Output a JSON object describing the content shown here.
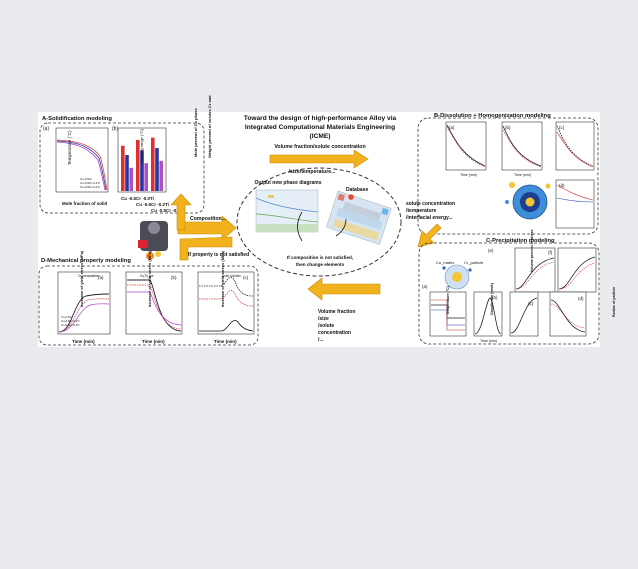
{
  "title": {
    "line1": "Toward the design of high-performance Alloy via",
    "line2": "Integrated Computational Materials Engineering",
    "line3": "(ICME)"
  },
  "panels": {
    "solidification": {
      "heading": "A-Solidification modeling",
      "sub_a": "(a)",
      "sub_b": "(b)",
      "xlabel": "Mole fraction of solid",
      "ylabel": "Temperature (°C)",
      "ylabel2": "Freezing range (°C)",
      "ylabel3": "Mole percent of Cu phase",
      "ylabel4": "Weight percent of solutes Cr and",
      "categories": [
        "Cu -0.5Cr -0.0Ti",
        "Cu -0.5Cr -0.2Ti",
        "Cu -0.5Cr -0.4Ti"
      ],
      "legend": [
        "Cu-0.5Cr",
        "Cu-0.5Cr-0.2Ti",
        "Cu-0.5Cr-0.4Ti"
      ]
    },
    "dissolution": {
      "heading": "B-Dissolution + Homogenization modeling",
      "sub_a": "(a)",
      "sub_b": "(b)",
      "sub_c": "(c)",
      "sub_d": "(d)",
      "xlabel": "Time (min)"
    },
    "precipitation": {
      "heading": "C-Precipitation modeling",
      "matrix_label": "Cu_matrix",
      "particle_label": "Cr_particle",
      "sub_a": "(a)",
      "sub_b": "(b)",
      "sub_c": "(c)",
      "sub_d": "(d)",
      "sub_e": "(e)",
      "sub_f": "(f)",
      "ylabel_temp": "Temperature (°C)",
      "ylabel_volume": "Volume percent of phase",
      "ylabel_radius": "Radius of particle",
      "ylabel_growth": "Growth rate (nm/s)",
      "xlabel": "Time (min)"
    },
    "mechanical": {
      "heading": "D-Mechanical property modeling",
      "sub_a": "(a)",
      "sub_b": "(b)",
      "sub_c": "(c)",
      "ylabel": "Increase of yield stress (MPa)",
      "xlabel": "Time (min)",
      "legend": [
        "Cu-0.5Cr",
        "Cu-0.5Cr-0.2Ti",
        "Cu-0.5Cr-0.4Ti"
      ],
      "note_a": "Cr precipitation",
      "note_b": "Cr(Ti) ppt",
      "note_c": "Solid solution"
    }
  },
  "center": {
    "phase_caption": "Output new phase diagrams",
    "database_label": "Database",
    "condition_text1": "If composition is not satisfied,",
    "condition_text2": "then change elements"
  },
  "arrows": {
    "top_label1": "Volume fraction/solute concentration",
    "top_label2": "/size/temperature...",
    "right_label1": "solute concentration",
    "right_label2": "/temperature",
    "right_label3": "/interfacial energy...",
    "bottom_label": [
      "Volume fraction",
      "/size",
      "/solute",
      "concentration",
      "/..."
    ],
    "composition_label": "Composition...",
    "property_label": "If property is not satisfied"
  },
  "colors": {
    "arrow": "#f1b21d",
    "arrow_edge": "#c98a00",
    "bar_red": "#e0302b",
    "bar_blue": "#2536a5",
    "bar_purple": "#b14fbf",
    "dark_blue": "#1f2c88",
    "magenta": "#b1387a"
  }
}
